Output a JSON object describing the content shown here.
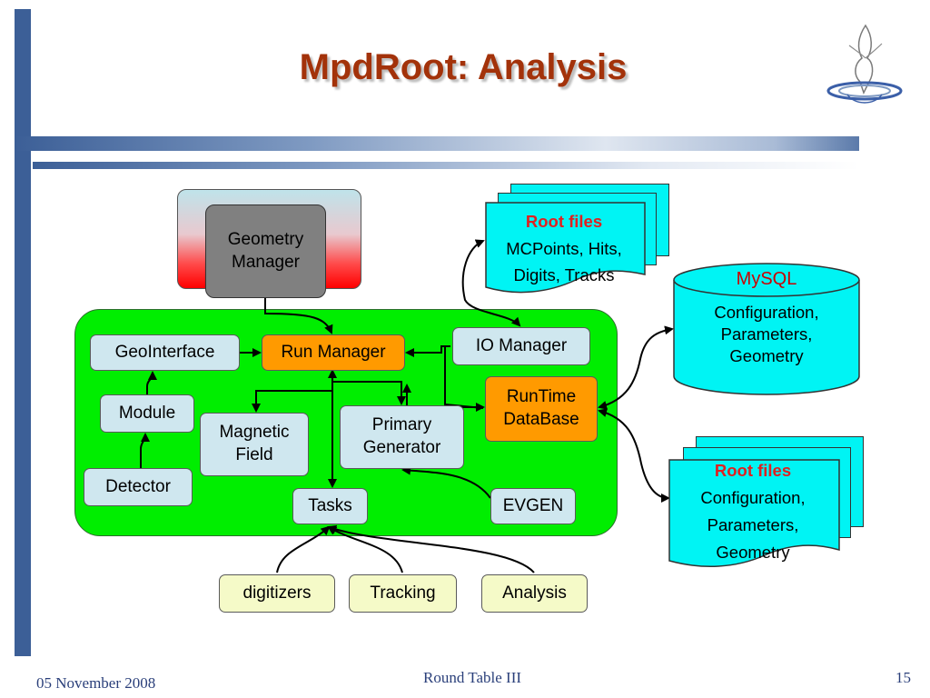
{
  "slide": {
    "title": "MpdRoot: Analysis",
    "footer_left": "05 November 2008",
    "footer_center": "Round Table III",
    "footer_right": "15"
  },
  "diagram": {
    "geometry_manager": "Geometry Manager",
    "run_manager": "Run Manager",
    "io_manager": "IO Manager",
    "geo_interface": "GeoInterface",
    "module": "Module",
    "detector": "Detector",
    "magnetic_field": "Magnetic Field",
    "primary_generator": "Primary Generator",
    "runtime_database": "RunTime DataBase",
    "tasks": "Tasks",
    "evgen": "EVGEN",
    "digitizers": "digitizers",
    "tracking": "Tracking",
    "analysis": "Analysis",
    "root_files_top": {
      "heading": "Root files",
      "line1": "MCPoints,  Hits,",
      "line2": "Digits, Tracks"
    },
    "mysql": {
      "heading": "MySQL",
      "line1": "Configuration,",
      "line2": "Parameters,",
      "line3": "Geometry"
    },
    "root_files_bottom": {
      "heading": "Root files",
      "line1": "Configuration,",
      "line2": "Parameters,",
      "line3": "Geometry"
    }
  },
  "colors": {
    "title": "#a3320a",
    "panel_green": "#00ee00",
    "orange": "#ff9a00",
    "cyan": "#00f4f4",
    "light_blue": "#cfe7ef",
    "bar_blue": "#3c5f97"
  }
}
